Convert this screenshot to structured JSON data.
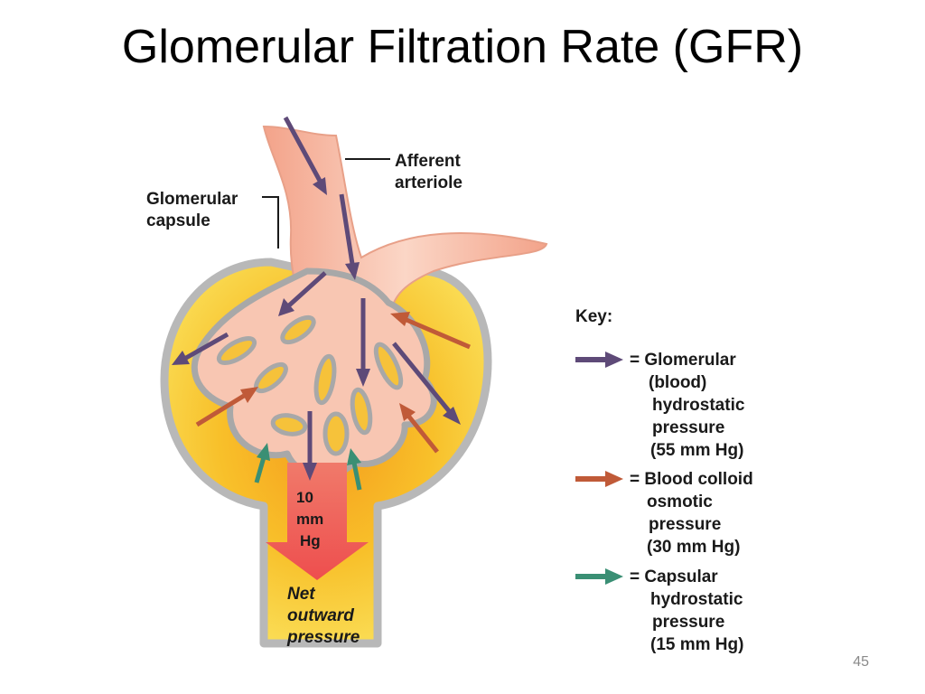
{
  "slide": {
    "title": "Glomerular Filtration Rate (GFR)",
    "page_number": "45"
  },
  "diagram": {
    "labels": {
      "afferent_line1": "Afferent",
      "afferent_line2": "arteriole",
      "capsule_line1": "Glomerular",
      "capsule_line2": "capsule"
    },
    "net_pressure": {
      "value_line1": "10",
      "value_line2": "mm",
      "value_line3": "Hg",
      "caption_line1": "Net",
      "caption_line2": "outward",
      "caption_line3": "pressure"
    }
  },
  "key": {
    "heading": "Key:",
    "items": [
      {
        "lines": [
          "= Glomerular",
          "(blood)",
          "hydrostatic",
          "pressure",
          "(55 mm Hg)"
        ],
        "color": "#5e4a78"
      },
      {
        "lines": [
          "= Blood colloid",
          "osmotic",
          "pressure",
          "(30 mm Hg)"
        ],
        "color": "#c05a38"
      },
      {
        "lines": [
          "= Capsular",
          "hydrostatic",
          "pressure",
          "(15 mm Hg)"
        ],
        "color": "#3a8f74"
      }
    ]
  },
  "colors": {
    "capsule_yellow": "#f7d22e",
    "capsule_wall": "#b8b8b8",
    "vessel_pink": "#f6b49e",
    "glomerular_arrow": "#5e4a78",
    "colloid_arrow": "#c05a38",
    "capsular_arrow": "#3a8f74",
    "net_arrow": "#f05a5a"
  }
}
